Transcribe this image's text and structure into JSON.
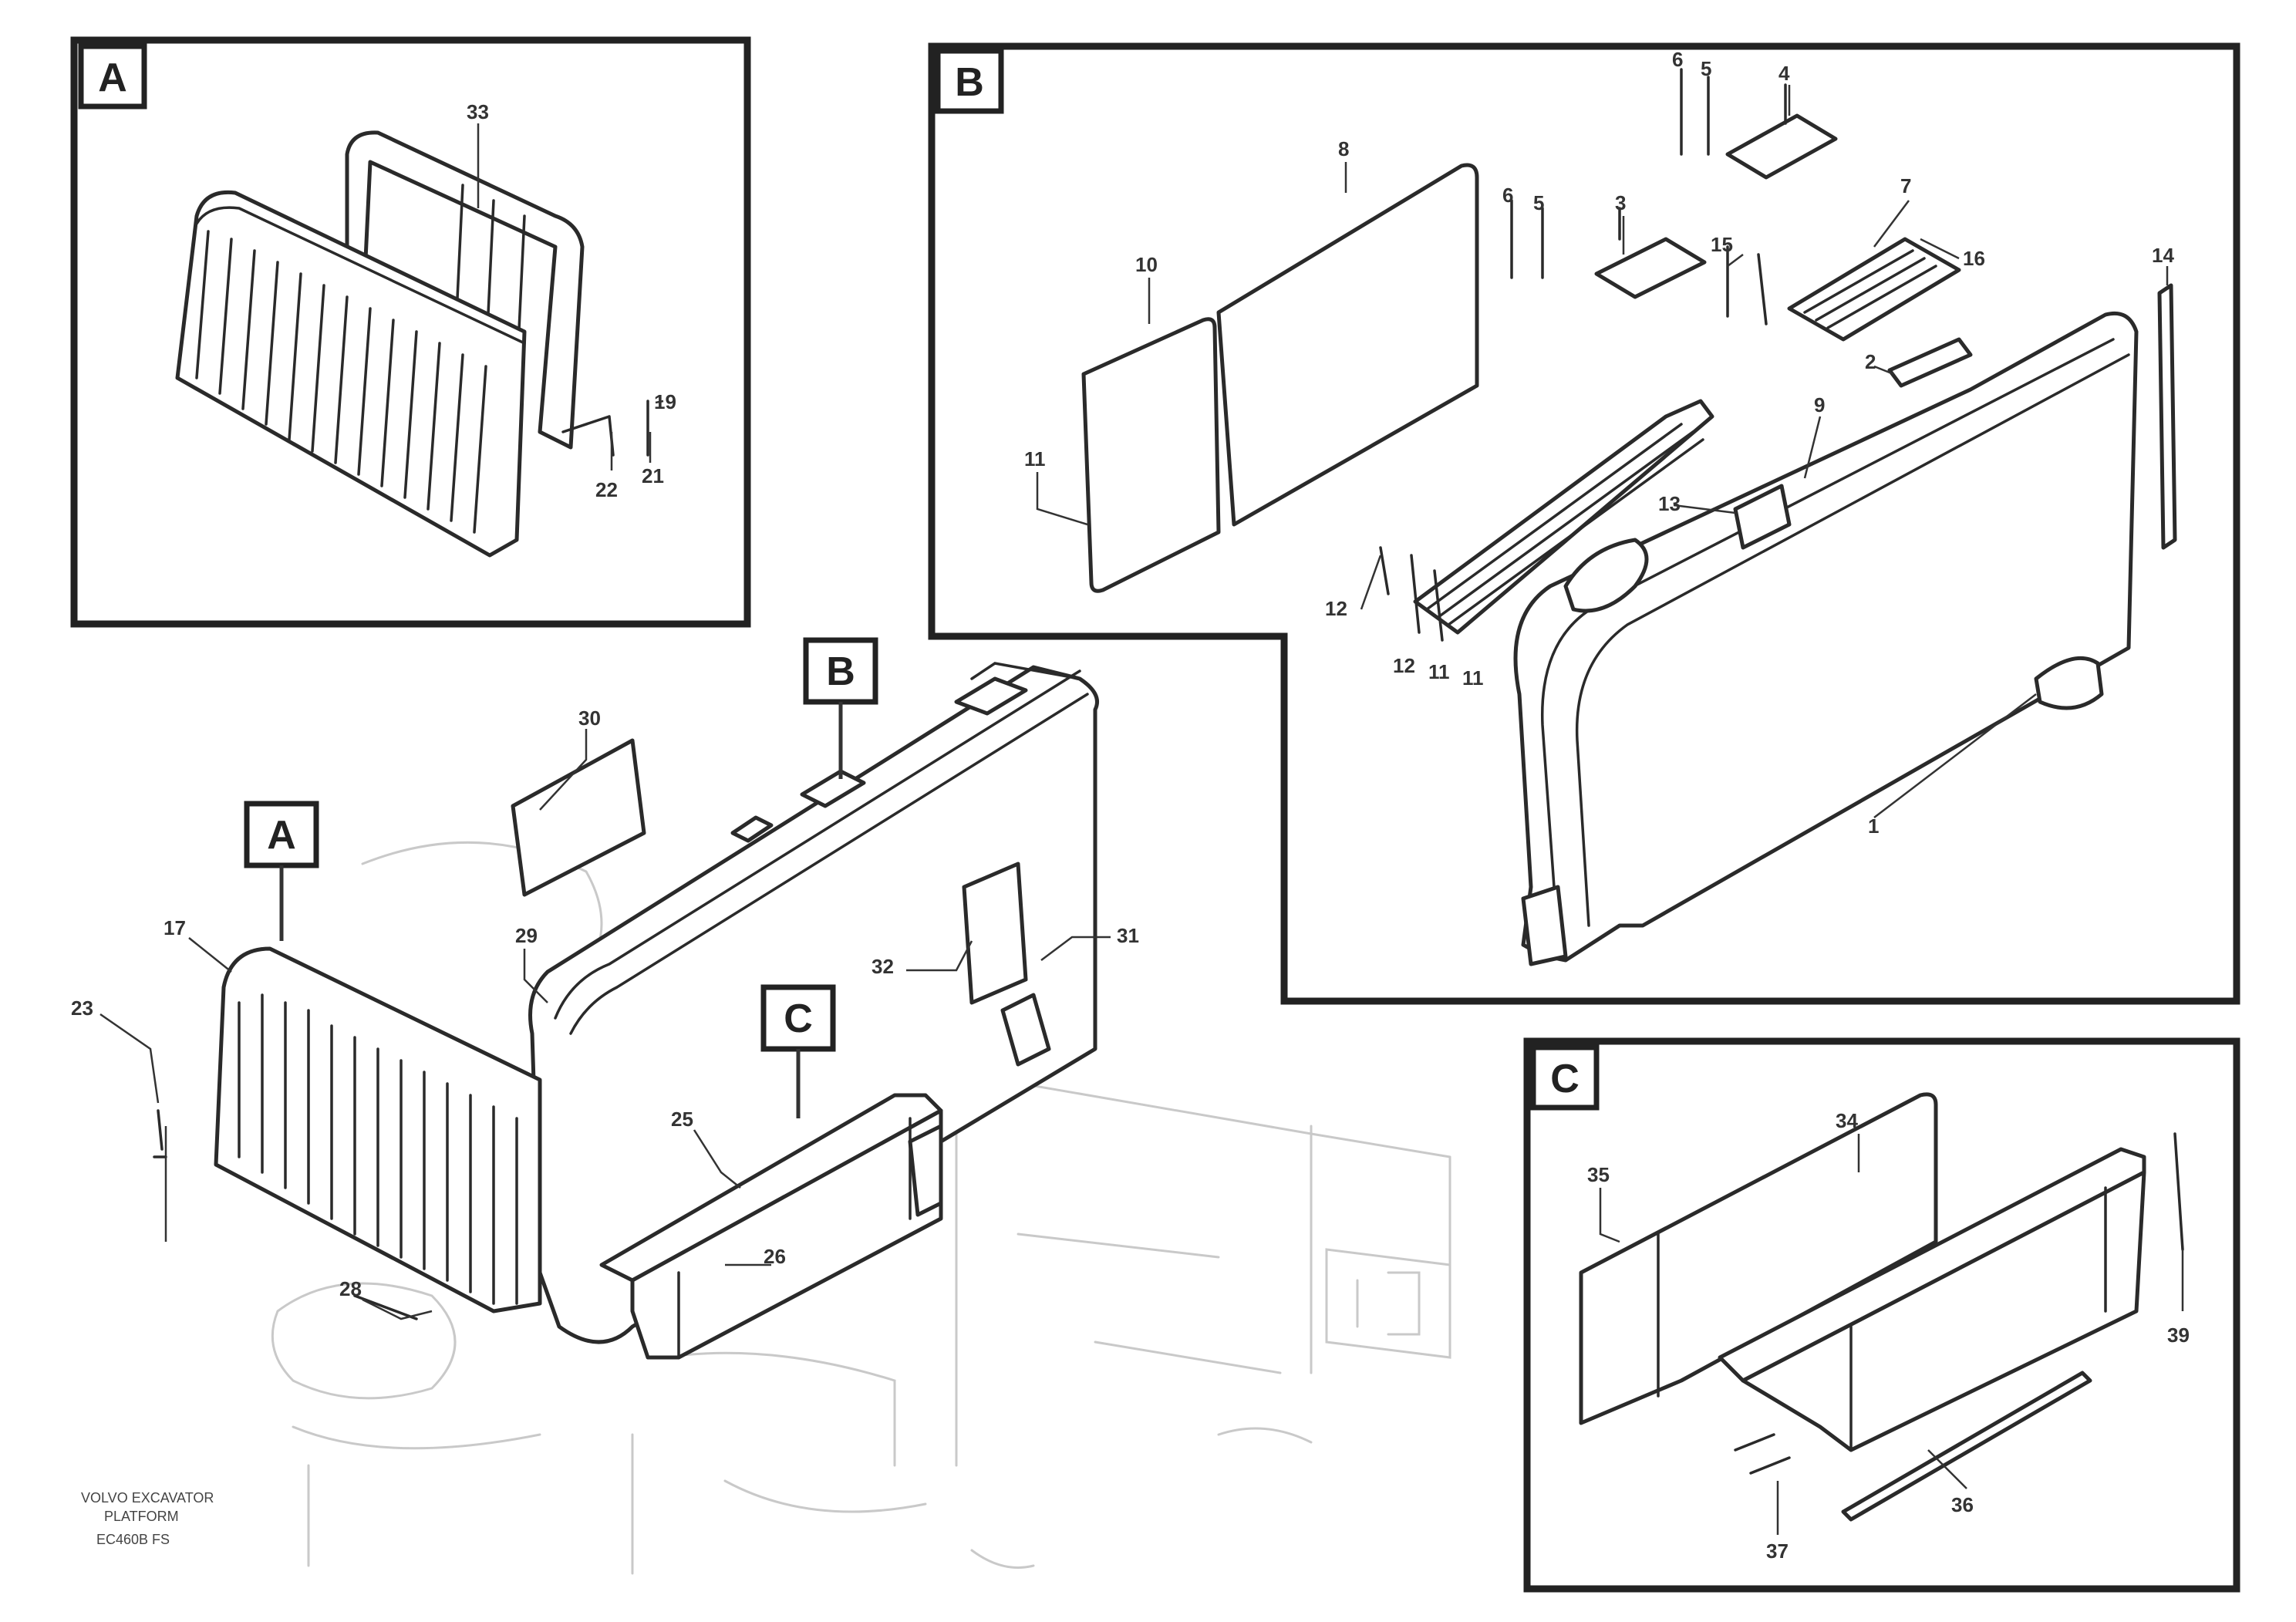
{
  "sections": {
    "a": "A",
    "b": "B",
    "c": "C"
  },
  "callouts": {
    "a_guard": "33",
    "a_bolt": "19",
    "a_nut": "21",
    "a_washer": "22",
    "b_panel": "8",
    "b_side_panel": "10",
    "b_edge": "11",
    "b_h1": "6",
    "b_h2": "5",
    "b_h3": "4",
    "b_h4": "6",
    "b_h5": "5",
    "b_h6": "3",
    "b_step": "7",
    "b_bolt": "15",
    "b_washer": "16",
    "b_strip": "14",
    "b_bar": "2",
    "b_grip": "9",
    "b_pad": "13",
    "b_clip": "12",
    "b_low1": "12",
    "b_low2": "11",
    "b_low3": "11",
    "b_frame": "1",
    "c_decal": "34",
    "c_pad": "35",
    "c_bolt": "39",
    "c_strip": "36",
    "c_nut": "37",
    "m_decal": "30",
    "m_clip": "29",
    "m_guard": "17",
    "m_bolt": "23",
    "m_rail": "25",
    "m_step": "26",
    "m_plate": "32",
    "m_screw": "31",
    "m_bottom": "28"
  },
  "footer": {
    "line1": "VOLVO EXCAVATOR",
    "line2": "PLATFORM",
    "line3": "EC460B FS"
  }
}
